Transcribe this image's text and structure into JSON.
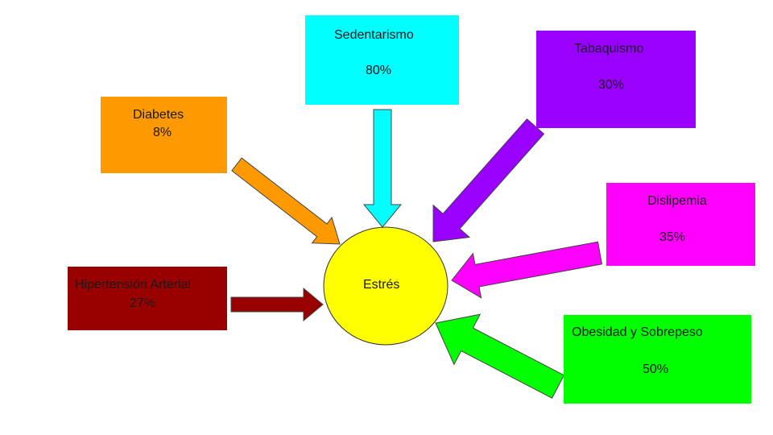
{
  "center": {
    "label": "Estrés",
    "color": "#ffff00"
  },
  "factors": [
    {
      "id": "sedentarismo",
      "name": "Sedentarismo",
      "value": "80%",
      "color": "#00ffff"
    },
    {
      "id": "tabaquismo",
      "name": "Tabaquismo",
      "value": "30%",
      "color": "#9900ff"
    },
    {
      "id": "diabetes",
      "name": "Diabetes",
      "value": "8%",
      "color": "#ff9900"
    },
    {
      "id": "dislipemia",
      "name": "Dislipemia",
      "value": "35%",
      "color": "#ff00ff"
    },
    {
      "id": "hipertension",
      "name": "Hipertensión Arterial",
      "value": "27%",
      "color": "#990000"
    },
    {
      "id": "obesidad",
      "name": "Obesidad y Sobrepeso",
      "value": "50%",
      "color": "#00ff00"
    }
  ]
}
